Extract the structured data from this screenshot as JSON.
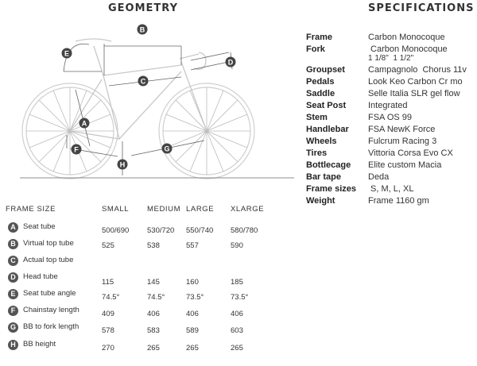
{
  "geometry": {
    "title": "GEOMETRY",
    "diagram_labels": [
      "A",
      "B",
      "C",
      "D",
      "E",
      "F",
      "G",
      "H"
    ]
  },
  "specifications": {
    "title": "SPECIFICATIONS",
    "rows": [
      {
        "key": "Frame",
        "value": "Carbon Monocoque"
      },
      {
        "key": "Fork",
        "value": " Carbon Monocoque",
        "value2": "1 1/8\"  1 1/2\""
      },
      {
        "key": "Groupset",
        "value": "Campagnolo  Chorus 11v"
      },
      {
        "key": "Pedals",
        "value": "Look Keo Carbon Cr mo"
      },
      {
        "key": "Saddle",
        "value": "Selle Italia SLR gel flow"
      },
      {
        "key": "Seat Post",
        "value": "Integrated"
      },
      {
        "key": "Stem",
        "value": "FSA OS 99"
      },
      {
        "key": "Handlebar",
        "value": "FSA NewK Force"
      },
      {
        "key": "Wheels",
        "value": "Fulcrum Racing 3"
      },
      {
        "key": "Tires",
        "value": "Vittoria Corsa Evo CX"
      },
      {
        "key": "Bottlecage",
        "value": "Elite custom Macia"
      },
      {
        "key": "Bar tape",
        "value": "Deda"
      },
      {
        "key": "Frame sizes",
        "value": " S, M, L, XL"
      },
      {
        "key": "Weight",
        "value": "Frame 1160 gm"
      }
    ]
  },
  "size_table": {
    "headers": [
      "FRAME SIZE",
      "SMALL",
      "MEDIUM",
      "LARGE",
      "XLARGE"
    ],
    "rows": [
      {
        "badge": "A",
        "label": "Seat tube",
        "values": [
          "500/690",
          "530/720",
          "550/740",
          "580/780"
        ]
      },
      {
        "badge": "B",
        "label": "Virtual top tube",
        "values": [
          "525",
          "538",
          "557",
          "590"
        ]
      },
      {
        "badge": "C",
        "label": "Actual top tube",
        "values": [
          "",
          "",
          "",
          ""
        ]
      },
      {
        "badge": "D",
        "label": "Head tube",
        "values": [
          "115",
          "145",
          "160",
          "185"
        ]
      },
      {
        "badge": "E",
        "label": "Seat tube angle",
        "values": [
          "74.5°",
          "74.5°",
          "73.5°",
          "73.5°"
        ]
      },
      {
        "badge": "F",
        "label": "Chainstay length",
        "values": [
          "409",
          "406",
          "406",
          "406"
        ]
      },
      {
        "badge": "G",
        "label": "BB to fork length",
        "values": [
          "578",
          "583",
          "589",
          "603"
        ]
      },
      {
        "badge": "H",
        "label": "BB height",
        "values": [
          "270",
          "265",
          "265",
          "265"
        ]
      }
    ]
  }
}
